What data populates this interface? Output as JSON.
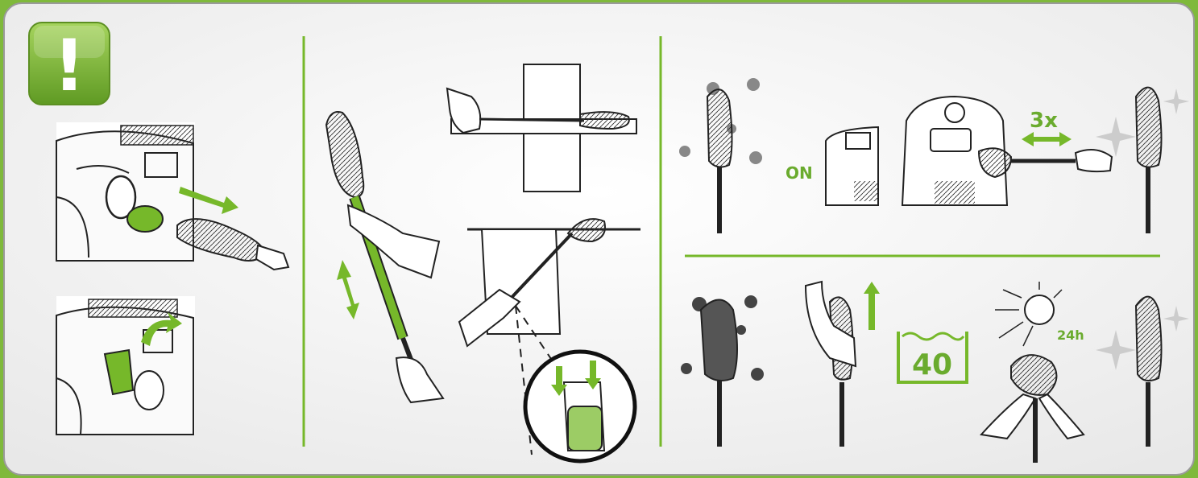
{
  "colors": {
    "accent_green": "#76b82a",
    "frame_green": "#7fb93b",
    "background": "#f2f2f2",
    "line": "#222222",
    "dust_dark": "#555555"
  },
  "warning_badge": {
    "symbol": "!",
    "icon": "exclamation-icon"
  },
  "panels": {
    "attach": {
      "arrow_icon": "arrow-right-icon"
    },
    "extension": {
      "arrow_icon": "double-arrow-icon"
    },
    "cleaning_vacuum": {
      "on_label": "ON",
      "repeat_label": "3x"
    },
    "cleaning_wash": {
      "wash_temperature": "40",
      "dry_label": "24h"
    }
  }
}
